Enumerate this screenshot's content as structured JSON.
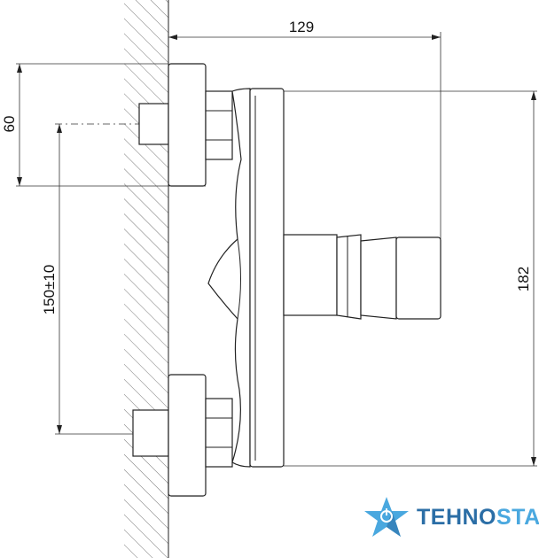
{
  "dimensions": {
    "depth": "129",
    "flange_height": "60",
    "inlet_spacing": "150±10",
    "body_height": "182"
  },
  "logo": {
    "part1": "TEHNO",
    "part2": "STAR",
    "colors": {
      "dark": "#2b6ea6",
      "light": "#4aa8df"
    }
  },
  "icons": {
    "logo_icon": "star-power-icon"
  }
}
